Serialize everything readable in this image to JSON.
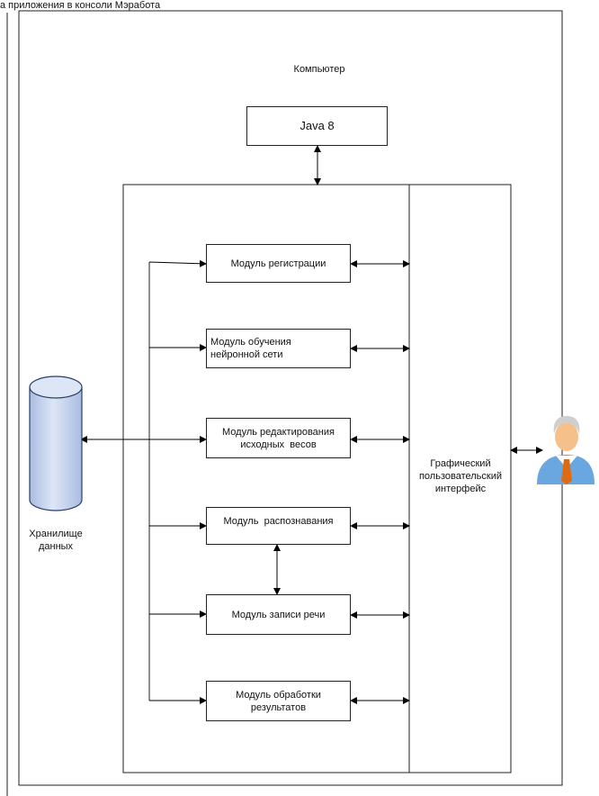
{
  "header": {
    "fragment": "а приложения в консоли Мэработа"
  },
  "computer": {
    "label": "Компьютер"
  },
  "java": {
    "label": "Java 8"
  },
  "modules": [
    {
      "label": "Модуль регистрации"
    },
    {
      "label": "Модуль обучения нейронной сети"
    },
    {
      "label": "Модуль редактирования исходных  весов"
    },
    {
      "label": "Модуль  распознавания"
    },
    {
      "label": "Модуль записи речи"
    },
    {
      "label": "Модуль обработки результатов"
    }
  ],
  "gui": {
    "label": "Графический пользовательский интерфейс"
  },
  "storage": {
    "label": "Хранилище данных",
    "fill_top": "#dde6f6",
    "fill_bottom": "#a9bce0",
    "stroke": "#2a3f66"
  },
  "user": {
    "icon": "user-icon",
    "shirt": "#6aa6e0",
    "tie": "#e06a10",
    "skin": "#f6c08a",
    "hair": "#cfcfcf"
  }
}
